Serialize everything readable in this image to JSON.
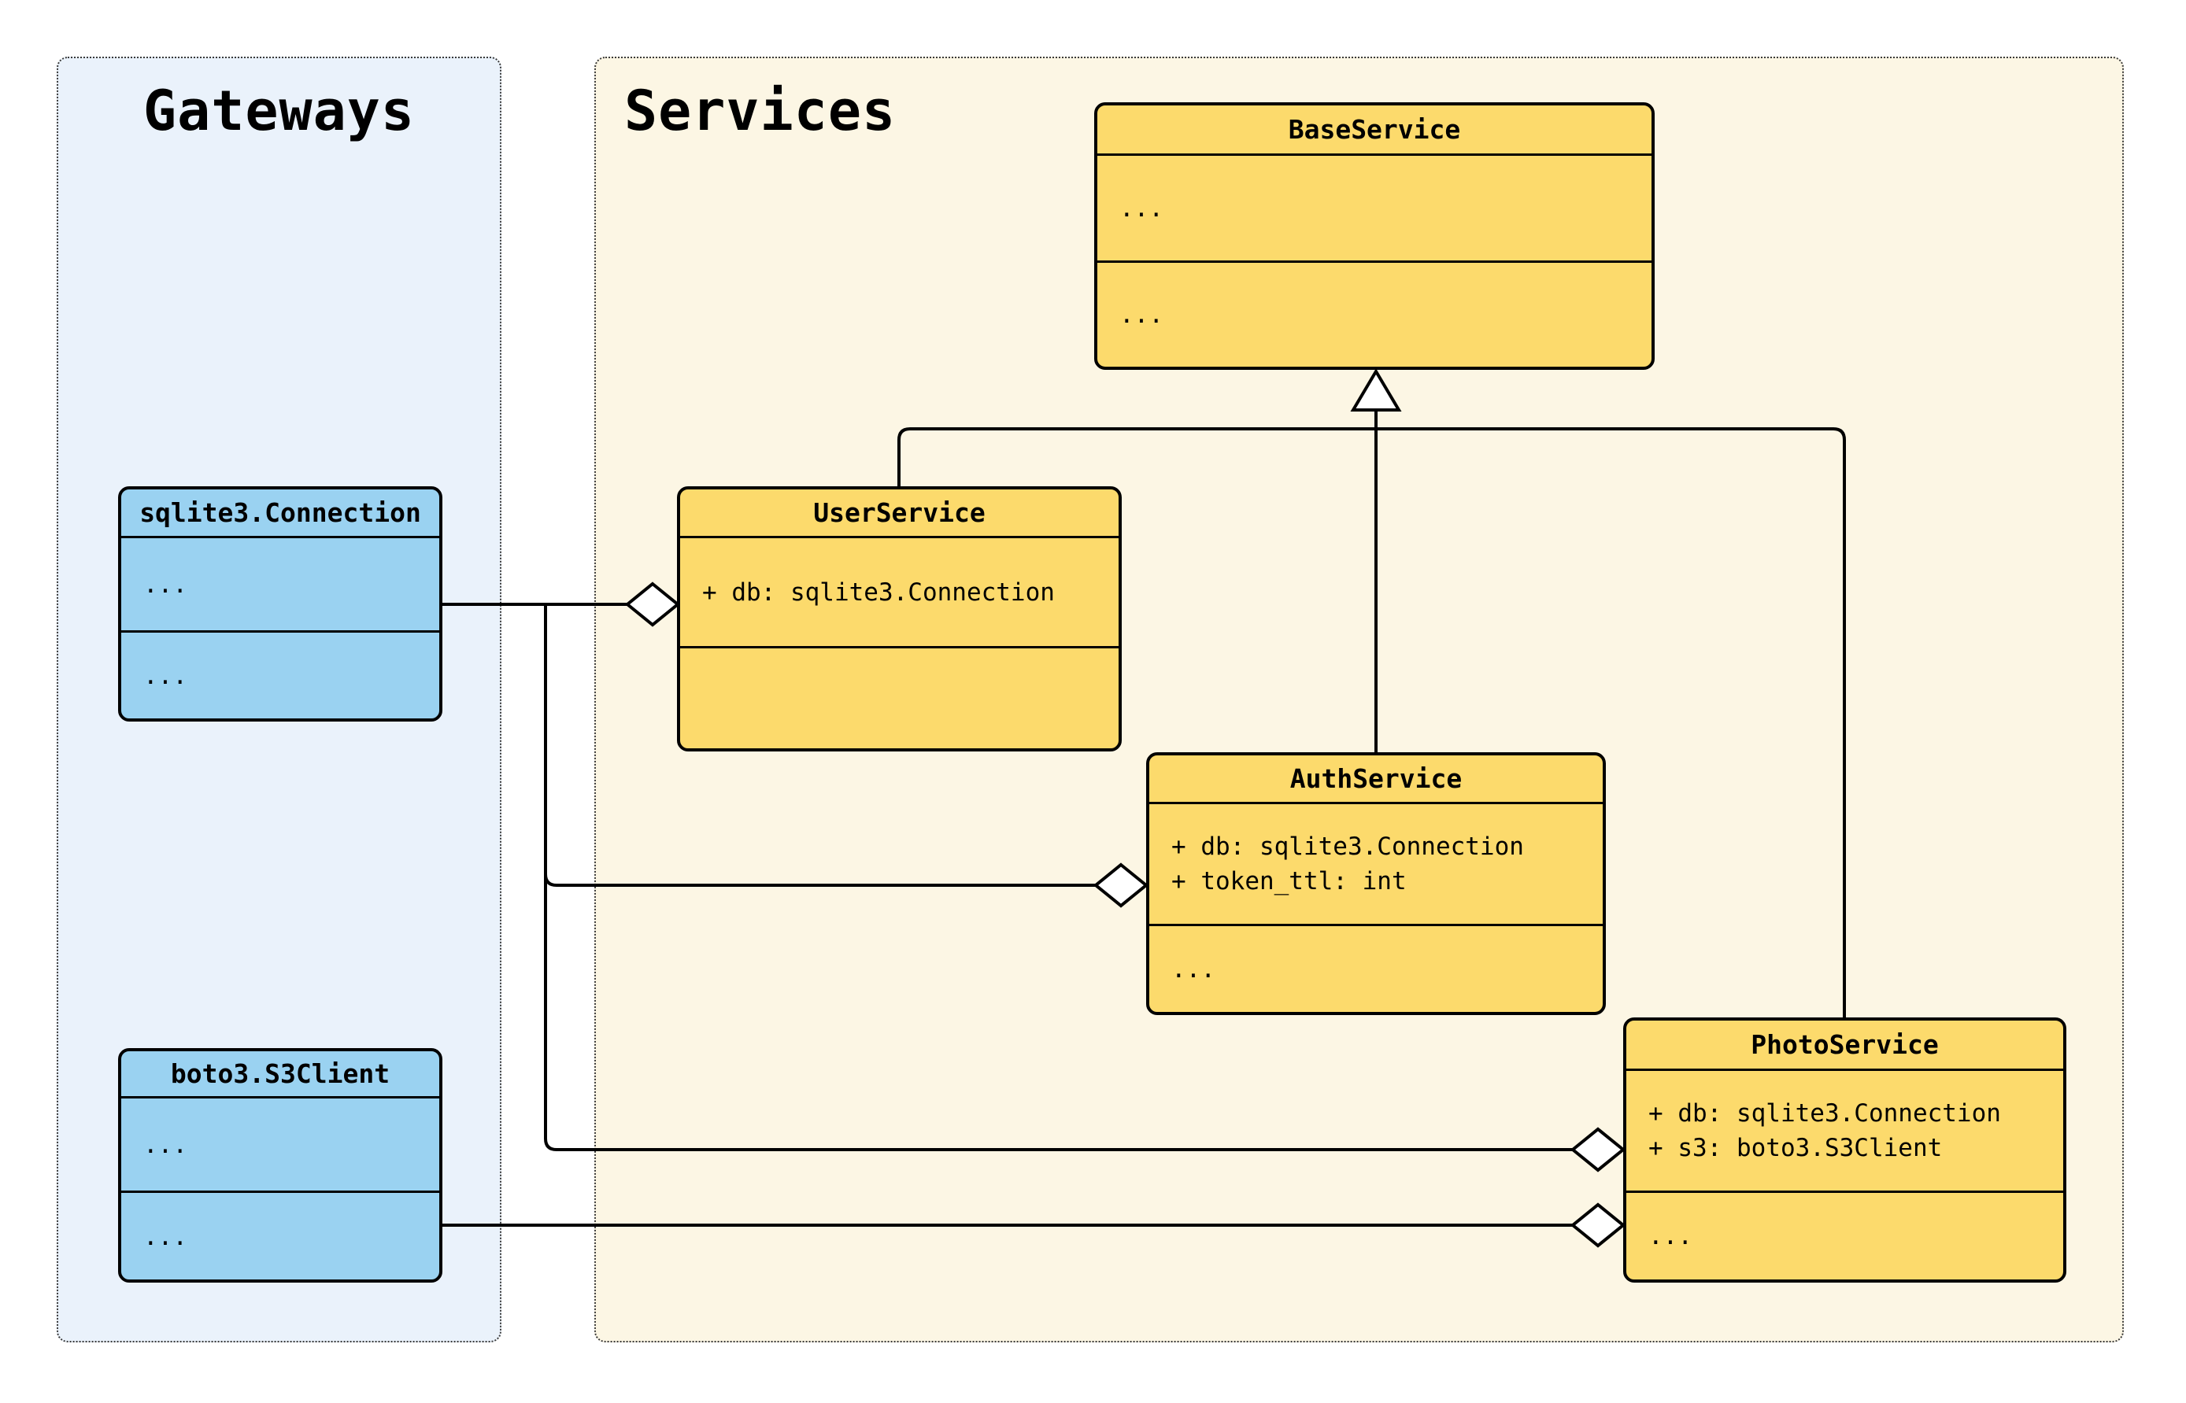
{
  "diagram": {
    "containers": {
      "gateways": {
        "title": "Gateways"
      },
      "services": {
        "title": "Services"
      }
    },
    "classes": {
      "sqlite3Connection": {
        "title": "sqlite3.Connection",
        "attributes": [
          "..."
        ],
        "methods": [
          "..."
        ]
      },
      "boto3S3Client": {
        "title": "boto3.S3Client",
        "attributes": [
          "..."
        ],
        "methods": [
          "..."
        ]
      },
      "baseService": {
        "title": "BaseService",
        "attributes": [
          "..."
        ],
        "methods": [
          "..."
        ]
      },
      "userService": {
        "title": "UserService",
        "attributes": [
          "+ db: sqlite3.Connection"
        ],
        "methods": []
      },
      "authService": {
        "title": "AuthService",
        "attributes": [
          "+ db: sqlite3.Connection",
          "+ token_ttl: int"
        ],
        "methods": [
          "..."
        ]
      },
      "photoService": {
        "title": "PhotoService",
        "attributes": [
          "+ db: sqlite3.Connection",
          "+ s3: boto3.S3Client"
        ],
        "methods": [
          "..."
        ]
      }
    },
    "relationships": [
      {
        "type": "inheritance",
        "from": "UserService",
        "to": "BaseService"
      },
      {
        "type": "inheritance",
        "from": "AuthService",
        "to": "BaseService"
      },
      {
        "type": "inheritance",
        "from": "PhotoService",
        "to": "BaseService"
      },
      {
        "type": "aggregation",
        "from": "UserService",
        "to": "sqlite3.Connection"
      },
      {
        "type": "aggregation",
        "from": "AuthService",
        "to": "sqlite3.Connection"
      },
      {
        "type": "aggregation",
        "from": "PhotoService",
        "to": "sqlite3.Connection"
      },
      {
        "type": "aggregation",
        "from": "PhotoService",
        "to": "boto3.S3Client"
      }
    ],
    "colors": {
      "page_bg": "#FFFFFF",
      "gateways_group_bg": "#EAF2FB",
      "services_group_bg": "#FCF6E4",
      "gateway_class_fill": "#9AD2F1",
      "service_class_fill": "#FCDA6C",
      "line": "#000000"
    }
  }
}
